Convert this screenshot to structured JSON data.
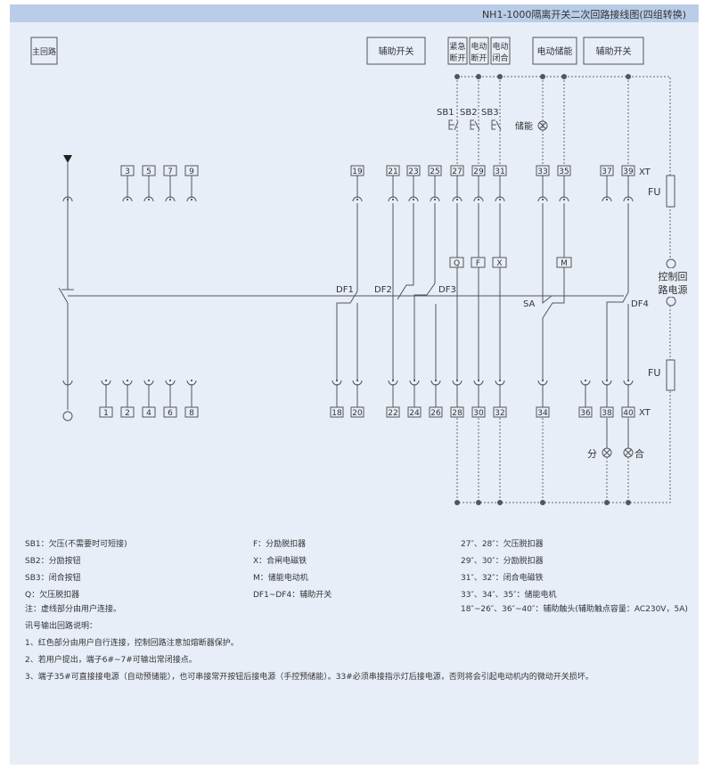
{
  "title": "NH1-1000隔离开关二次回路接线图(四组转换)",
  "top_labels": {
    "main_circuit": "主回路",
    "aux_switch_left": "辅助开关",
    "emergency_open": [
      "紧急",
      "断开"
    ],
    "electric_open": [
      "电动",
      "断开"
    ],
    "electric_close": [
      "电动",
      "闭合"
    ],
    "electric_charge": "电动储能",
    "aux_switch_right": "辅助开关"
  },
  "terminals_top": [
    "3",
    "5",
    "7",
    "9",
    "19",
    "21",
    "23",
    "25",
    "27",
    "29",
    "31",
    "33",
    "35",
    "37",
    "39"
  ],
  "terminals_bottom": [
    "1",
    "2",
    "4",
    "6",
    "8",
    "18",
    "20",
    "22",
    "24",
    "26",
    "28",
    "30",
    "32",
    "34",
    "36",
    "38",
    "40"
  ],
  "components": {
    "sb1": "SB1",
    "sb2": "SB2",
    "sb3": "SB3",
    "charge_lamp": "储能",
    "xt_top": "XT",
    "xt_bottom": "XT",
    "fu_top": "FU",
    "fu_bottom": "FU",
    "ctrl_power": [
      "控制回",
      "路电源"
    ],
    "q": "Q",
    "f": "F",
    "x": "X",
    "m": "M",
    "df1": "DF1",
    "df2": "DF2",
    "df3": "DF3",
    "df4": "DF4",
    "sa": "SA",
    "lamp_open": "分",
    "lamp_close": "合"
  },
  "legend": {
    "col1": [
      "SB1：欠压(不需要时可短接)",
      "SB2：分励按钮",
      "SB3：闭合按钮",
      "Q：欠压脱扣器",
      "注：虚线部分由用户连接。"
    ],
    "col2": [
      "F：分励脱扣器",
      "X：合闸电磁铁",
      "M：储能电动机",
      "DF1~DF4：辅助开关"
    ],
    "col3": [
      "27″、28″：欠压脱扣器",
      "29″、30″：分励脱扣器",
      "31″、32″：闭合电磁铁",
      "33″、34″、35″：储能电机",
      "18″~26″、36″~40″：辅助触头(辅助触点容量：AC230V，5A)"
    ]
  },
  "signal_notes": {
    "heading": "讯号输出回路说明：",
    "items": [
      "1、红色部分由用户自行连接，控制回路注意加熔断器保护。",
      "2、若用户提出，端子6#~7#可输出常闭接点。",
      "3、端子35#可直接接电源（自动预储能），也可串接常开按钮后接电源（手控预储能）。33#必须串接指示灯后接电源，否则将会引起电动机内的微动开关损坏。"
    ]
  },
  "colors": {
    "panel": "#e8eef8",
    "header": "#b9cde8",
    "line": "#555555"
  }
}
